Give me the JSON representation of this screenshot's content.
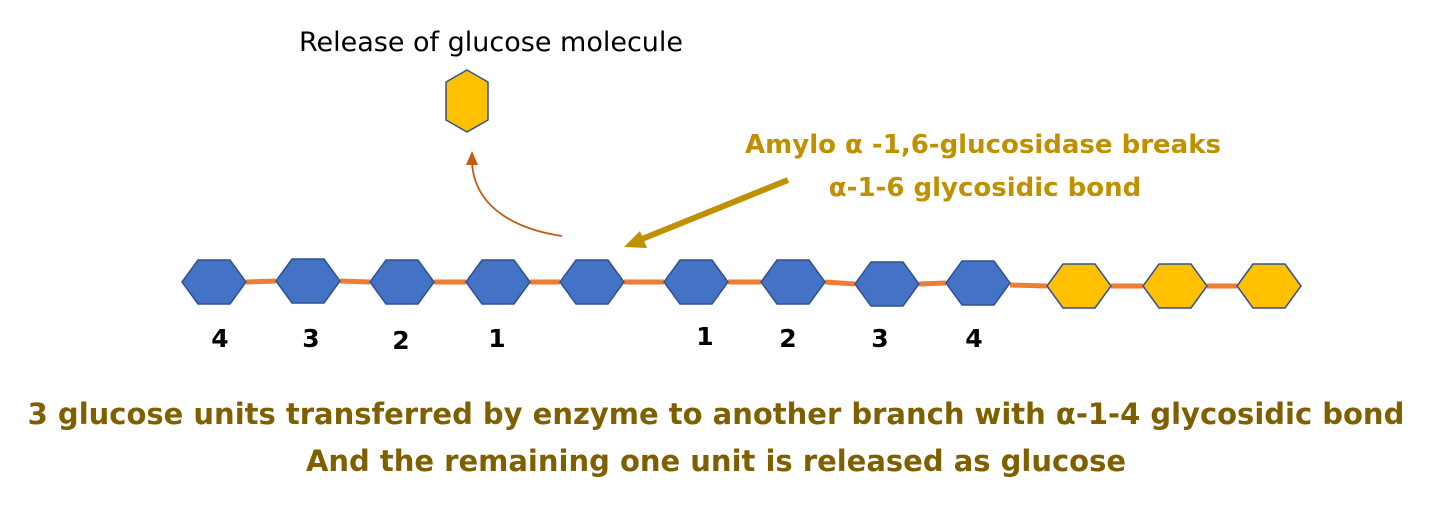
{
  "colors": {
    "blue_unit": "#4472c4",
    "blue_unit_stroke": "#2f528f",
    "yellow_unit": "#ffc000",
    "yellow_unit_stroke": "#2f528f",
    "bond_line": "#ed7d31",
    "enzyme_arrow": "#bf9000",
    "release_arrow": "#c55a11",
    "enzyme_text": "#c09000",
    "caption_text": "#7f6000"
  },
  "release_label": "Release of glucose molecule",
  "enzyme_label": {
    "line1": "Amylo α -1,6-glucosidase breaks",
    "line2": "α-1-6 glycosidic bond"
  },
  "chain": {
    "units": [
      {
        "color": "blue",
        "label": "4"
      },
      {
        "color": "blue",
        "label": "3"
      },
      {
        "color": "blue",
        "label": "2"
      },
      {
        "color": "blue",
        "label": "1"
      },
      {
        "color": "blue",
        "label": ""
      },
      {
        "color": "blue",
        "label": "1"
      },
      {
        "color": "blue",
        "label": "2"
      },
      {
        "color": "blue",
        "label": "3"
      },
      {
        "color": "blue",
        "label": "4"
      },
      {
        "color": "yellow",
        "label": ""
      },
      {
        "color": "yellow",
        "label": ""
      },
      {
        "color": "yellow",
        "label": ""
      }
    ]
  },
  "caption": {
    "line1": "3 glucose units transferred by enzyme to another branch with α-1-4 glycosidic bond",
    "line2": "And the remaining one unit is released as glucose"
  }
}
